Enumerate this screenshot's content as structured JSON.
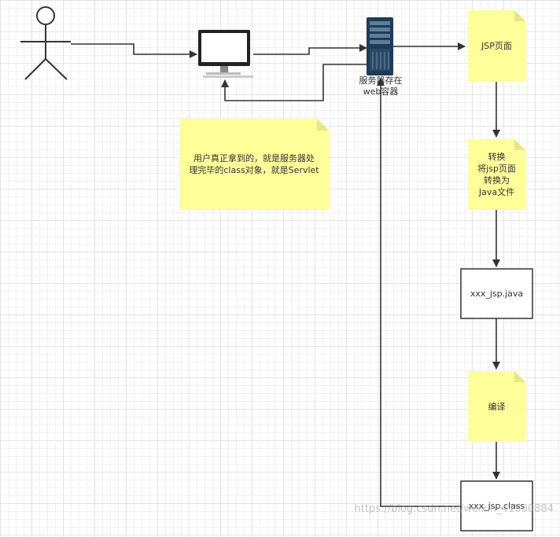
{
  "nodes": {
    "server_label": "服务器存在\nweb容器",
    "note_user": "用户真正拿到的，就是服务器处\n理完毕的class对象，就是Servlet",
    "jsp_page": "JSP页面",
    "convert": "转换\n将jsp页面\n转换为\nJava文件",
    "java_file": "xxx_jsp.java",
    "compile": "编译",
    "class_file": "xxx_jsp.class"
  },
  "watermark": "https://blog.csdn.net/weixin_41800884",
  "colors": {
    "note_fill": "#ffff99",
    "note_fold": "#e6e68a",
    "line": "#333333",
    "server": "#1f3b57"
  }
}
